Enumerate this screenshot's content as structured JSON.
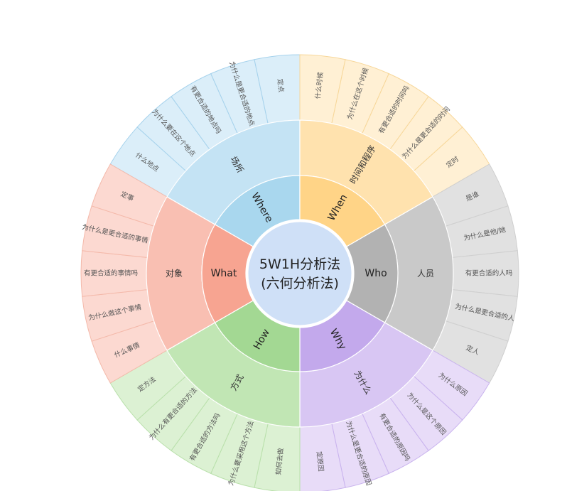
{
  "center": {
    "line1": "5W1H分析法",
    "line2": "(六何分析法)"
  },
  "center_color": "#cfe0f7",
  "categories": [
    {
      "key": "where",
      "inner": "Where",
      "mid": "场所",
      "colors": {
        "inner": "#a9d7ee",
        "mid": "#c4e3f4",
        "outer": "#dbeef9",
        "stroke": "#a6d2ec"
      },
      "items": [
        "什么地点",
        "为什么要在这个地点",
        "有更合适的地点吗",
        "为什么是更合适的地点",
        "定点"
      ]
    },
    {
      "key": "when",
      "inner": "When",
      "mid": "时间和程序",
      "colors": {
        "inner": "#ffd487",
        "mid": "#ffe2ae",
        "outer": "#fff0d4",
        "stroke": "#f7d79a"
      },
      "items": [
        "什么时候",
        "为什么在这个时候",
        "有更合适的时间吗",
        "为什么是更合适的时间",
        "定时"
      ]
    },
    {
      "key": "who",
      "inner": "Who",
      "mid": "人员",
      "colors": {
        "inner": "#b2b2b2",
        "mid": "#c9c9c9",
        "outer": "#e1e1e1",
        "stroke": "#cfcfcf"
      },
      "items": [
        "是谁",
        "为什么是他/她",
        "有更合适的人吗",
        "为什么是更合适的人",
        "定人"
      ]
    },
    {
      "key": "why",
      "inner": "Why",
      "mid": "为什么",
      "colors": {
        "inner": "#c3a9ec",
        "mid": "#d8c6f3",
        "outer": "#e8dcf8",
        "stroke": "#c9b3ee"
      },
      "items": [
        "为什么原因",
        "为什么是这个原因",
        "有更合适的原因吗",
        "为什么是更合适的原因",
        "定原因"
      ]
    },
    {
      "key": "how",
      "inner": "How",
      "mid": "方式",
      "colors": {
        "inner": "#a3d893",
        "mid": "#c1e6b4",
        "outer": "#dcf1d3",
        "stroke": "#b9e0ab"
      },
      "items": [
        "如何去做",
        "为什么要采用这个方法",
        "有更合适的方法吗",
        "为什么有更合适的方法",
        "定方法"
      ]
    },
    {
      "key": "what",
      "inner": "What",
      "mid": "对象",
      "colors": {
        "inner": "#f7a491",
        "mid": "#f9bfb2",
        "outer": "#fcd9d1",
        "stroke": "#f4b9aa"
      },
      "items": [
        "什么事情",
        "为什么做这个事情",
        "有更合适的事情吗",
        "为什么是更合适的事情",
        "定事"
      ]
    }
  ]
}
